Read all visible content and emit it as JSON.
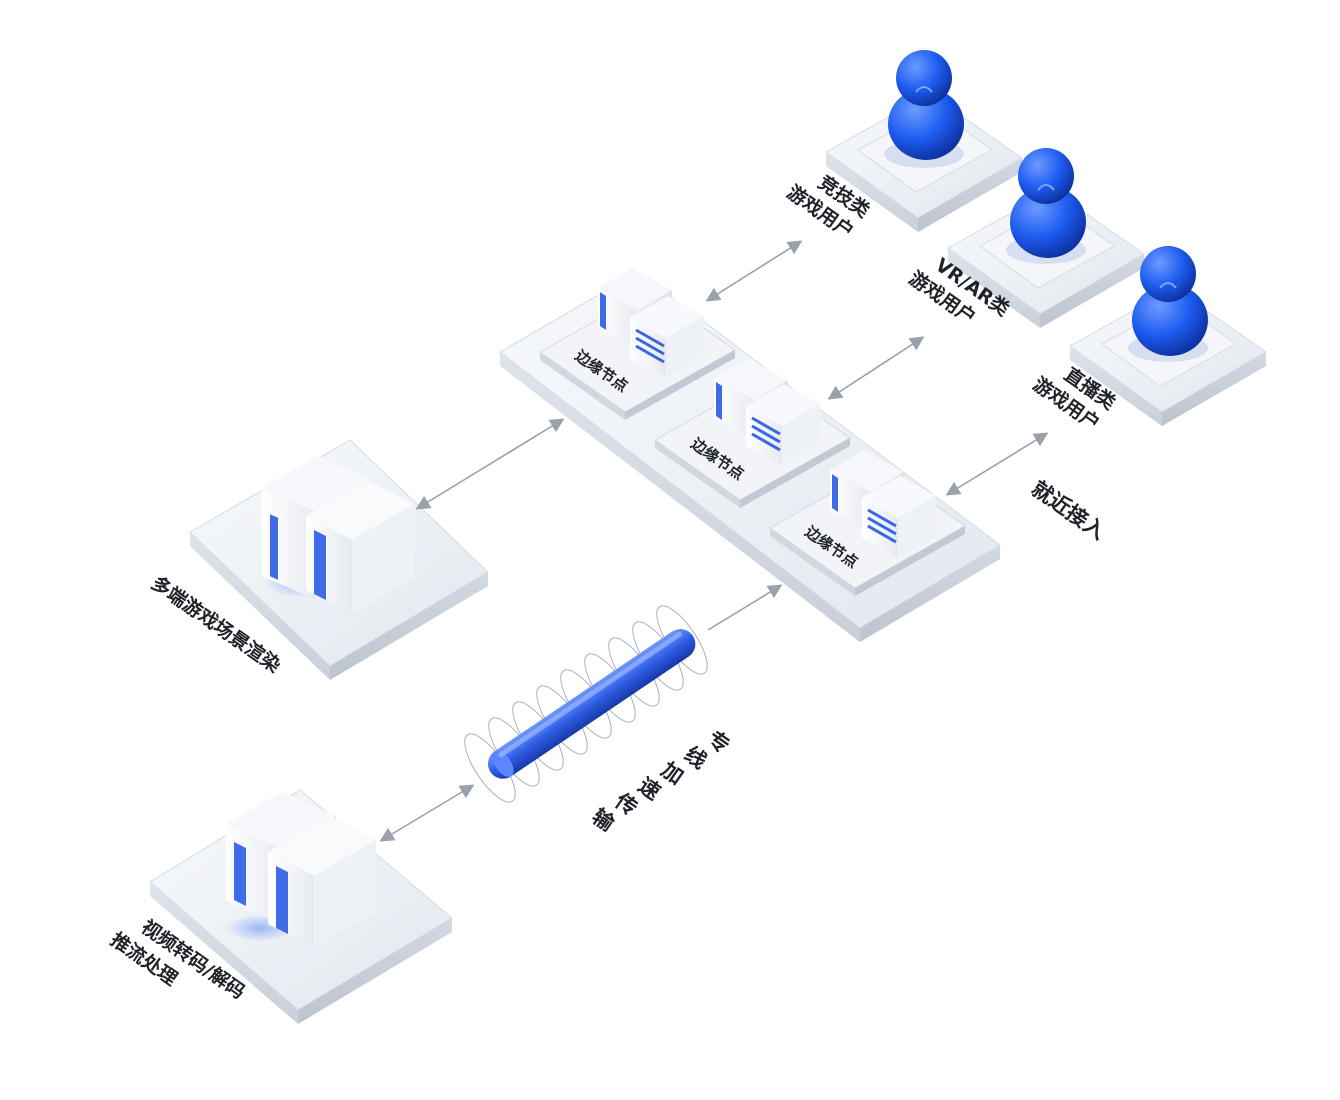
{
  "diagram": {
    "render_label": "多端游戏场景渲染",
    "transcode_label": [
      "视频转码/解码",
      "推流处理"
    ],
    "link_label": [
      "专",
      "线",
      "加",
      "速",
      "传",
      "输"
    ],
    "access_label": "就近接入",
    "edge_nodes": [
      {
        "label": "边缘节点"
      },
      {
        "label": "边缘节点"
      },
      {
        "label": "边缘节点"
      }
    ],
    "users": [
      {
        "line1": "竞技类",
        "line2": "游戏用户"
      },
      {
        "line1": "VR/AR类",
        "line2": "游戏用户"
      },
      {
        "line1": "直播类",
        "line2": "游戏用户"
      }
    ],
    "colors": {
      "accent_blue": "#2f63e6",
      "user_blue": "#1d5cf0",
      "platform": "#e9edf3",
      "arrow": "#9aa1ab",
      "text": "#1f2329"
    }
  }
}
